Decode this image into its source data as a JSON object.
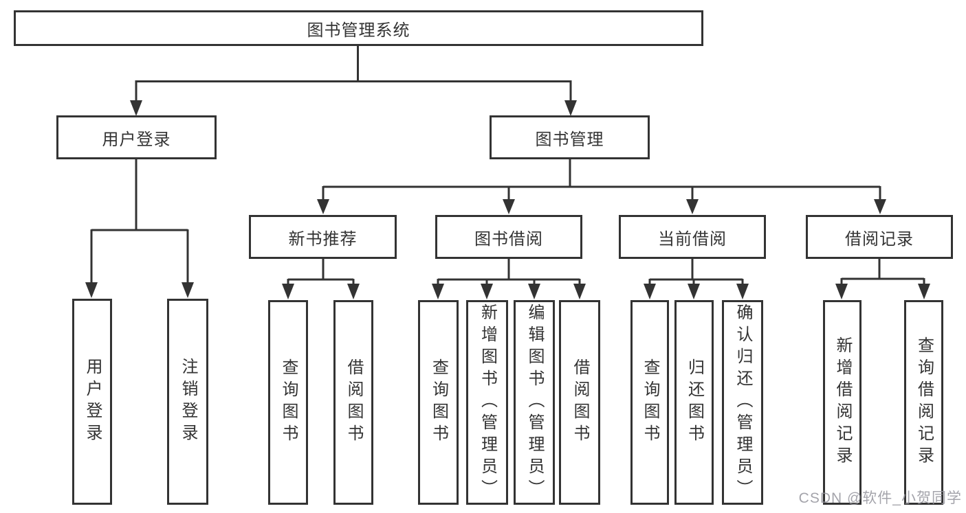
{
  "tree": {
    "root": "图书管理系统",
    "branches": [
      {
        "label": "用户登录",
        "leaves": [
          "用户登录",
          "注销登录"
        ]
      },
      {
        "label": "图书管理",
        "sections": [
          {
            "label": "新书推荐",
            "leaves": [
              "查询图书",
              "借阅图书"
            ]
          },
          {
            "label": "图书借阅",
            "leaves": [
              "查询图书",
              "新增图书（管理员）",
              "编辑图书（管理员）",
              "借阅图书"
            ]
          },
          {
            "label": "当前借阅",
            "leaves": [
              "查询图书",
              "归还图书",
              "确认归还（管理员）"
            ]
          },
          {
            "label": "借阅记录",
            "leaves": [
              "新增借阅记录",
              "查询借阅记录"
            ]
          }
        ]
      }
    ]
  },
  "watermark": "CSDN @软件_小贺同学",
  "colors": {
    "line": "#333333",
    "text": "#333333",
    "background": "#ffffff",
    "watermark": "#94949c"
  }
}
